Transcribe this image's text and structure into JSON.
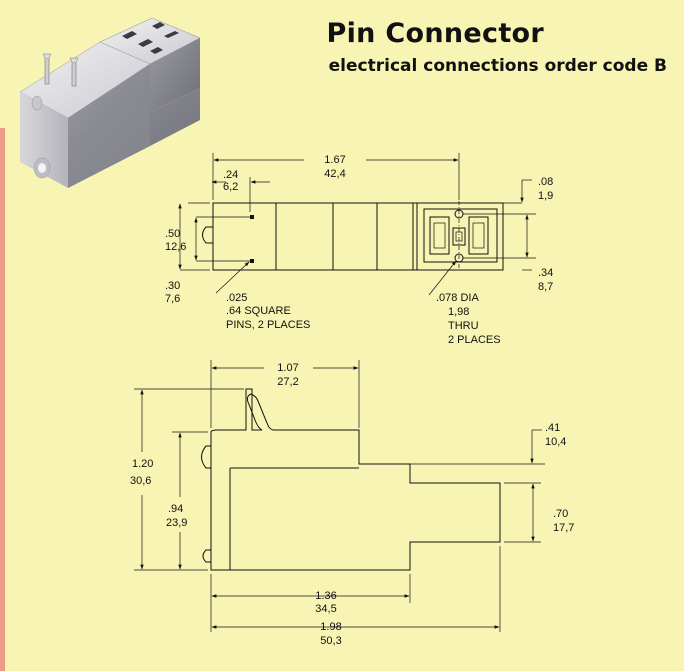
{
  "title": "Pin Connector",
  "subtitle": "electrical connections order code B",
  "top_view": {
    "overall_length": {
      "in": "1.67",
      "mm": "42,4"
    },
    "pin_offset": {
      "in": ".24",
      "mm": "6,2"
    },
    "pin_spacing": {
      "in": ".50",
      "mm": "12,6"
    },
    "pin_edge": {
      "in": ".30",
      "mm": "7,6"
    },
    "pin_note": {
      "size_in": ".025",
      "line1": ".64 SQUARE",
      "line2": "PINS, 2 PLACES"
    },
    "top_offset": {
      "in": ".08",
      "mm": "1,9"
    },
    "hole_spacing": {
      "in": ".34",
      "mm": "8,7"
    },
    "hole_note": {
      "line1": ".078 DIA",
      "line2": "1,98",
      "line3": "THRU",
      "line4": "2 PLACES"
    }
  },
  "side_view": {
    "top_width": {
      "in": "1.07",
      "mm": "27,2"
    },
    "overall_height": {
      "in": "1.20",
      "mm": "30,6"
    },
    "body_height": {
      "in": ".94",
      "mm": "23,9"
    },
    "step_offset": {
      "in": ".41",
      "mm": "10,4"
    },
    "nose_height": {
      "in": ".70",
      "mm": "17,7"
    },
    "body_length": {
      "in": "1.36",
      "mm": "34,5"
    },
    "overall_length": {
      "in": "1.98",
      "mm": "50,3"
    }
  },
  "colors": {
    "background": "#f8f5b4",
    "stripe": "#f09a88",
    "ink": "#111111"
  }
}
